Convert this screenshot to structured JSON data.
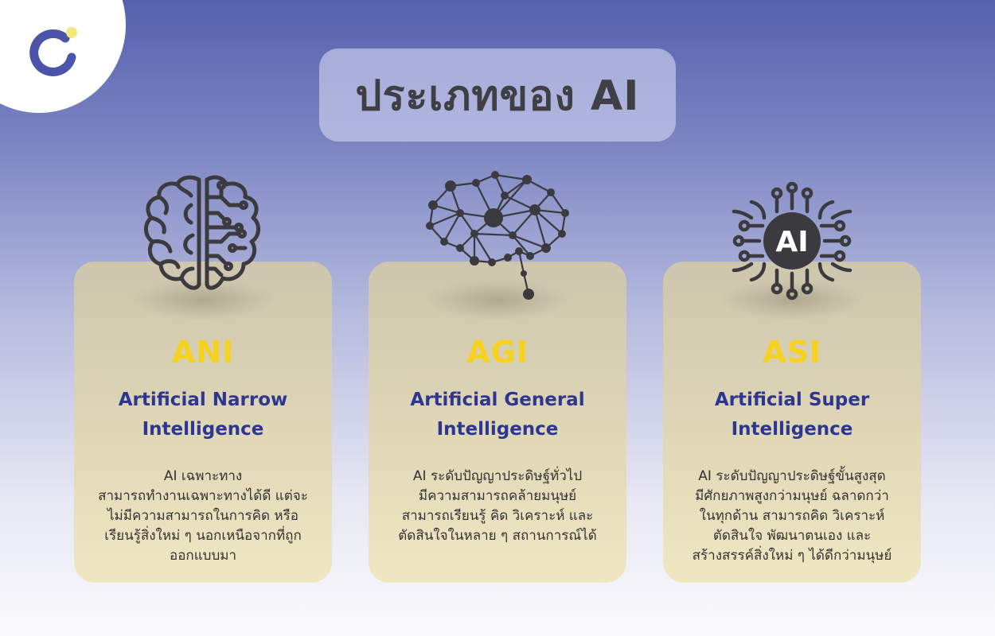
{
  "title": "ประเภทของ AI",
  "icons": {
    "logo": "brand-logo-icon",
    "card1": "brain-circuit-icon",
    "card2": "neural-network-brain-icon",
    "card3": "ai-chip-icon"
  },
  "colors": {
    "accent_yellow": "#f6d21e",
    "heading_blue": "#2d3792",
    "logo_blue": "#4a54a8",
    "logo_dot": "#f5e77a"
  },
  "ai_chip_label": "AI",
  "cards": [
    {
      "abbr": "ANI",
      "name_line1": "Artificial Narrow",
      "name_line2": "Intelligence",
      "desc": [
        "AI เฉพาะทาง",
        "สามารถทำงานเฉพาะทางได้ดี แต่จะ",
        "ไม่มีความสามารถในการคิด หรือ",
        "เรียนรู้สิ่งใหม่ ๆ นอกเหนือจากที่ถูก",
        "ออกแบบมา"
      ]
    },
    {
      "abbr": "AGI",
      "name_line1": "Artificial General",
      "name_line2": "Intelligence",
      "desc": [
        "AI ระดับปัญญาประดิษฐ์ทั่วไป",
        "มีความสามารถคล้ายมนุษย์",
        "สามารถเรียนรู้ คิด วิเคราะห์ และ",
        "ตัดสินใจในหลาย ๆ สถานการณ์ได้"
      ]
    },
    {
      "abbr": "ASI",
      "name_line1": "Artificial Super",
      "name_line2": "Intelligence",
      "desc": [
        "AI ระดับปัญญาประดิษฐ์ขั้นสูงสุด",
        "มีศักยภาพสูงกว่ามนุษย์ ฉลาดกว่า",
        "ในทุกด้าน สามารถคิด วิเคราะห์",
        "ตัดสินใจ พัฒนาตนเอง และ",
        "สร้างสรรค์สิ่งใหม่ ๆ ได้ดีกว่ามนุษย์"
      ]
    }
  ]
}
